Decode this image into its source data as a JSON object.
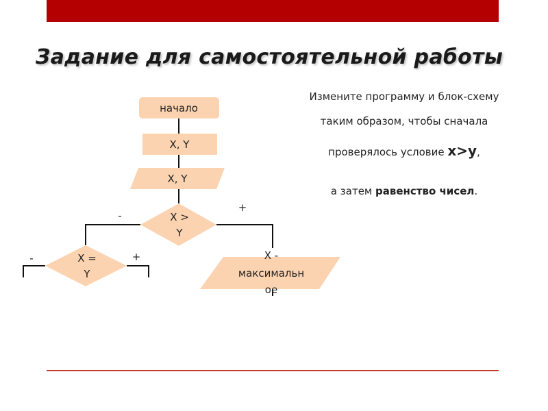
{
  "slide": {
    "title": "Задание для самостоятельной работы",
    "accent_color": "#b40000",
    "shape_color": "#fcd3b0"
  },
  "task": {
    "line1": "Измените программу и блок-схему",
    "line2": "таким образом, чтобы сначала",
    "line3_prefix": "проверялось условие ",
    "line3_condition": "x>y",
    "line3_suffix": ",",
    "line4_prefix": "а затем ",
    "line4_bold": "равенство чисел",
    "line4_suffix": "."
  },
  "flowchart": {
    "start": "начало",
    "process": "X, Y",
    "input": "X, Y",
    "decision1_line1": "X >",
    "decision1_line2": "Y",
    "decision2_line1": "X =",
    "decision2_line2": "Y",
    "output_line1": "X -",
    "output_line2": "максимальн",
    "output_line3": "ое",
    "sign_minus_1": "-",
    "sign_plus_1": "+",
    "sign_minus_2": "-",
    "sign_plus_2": "+"
  }
}
